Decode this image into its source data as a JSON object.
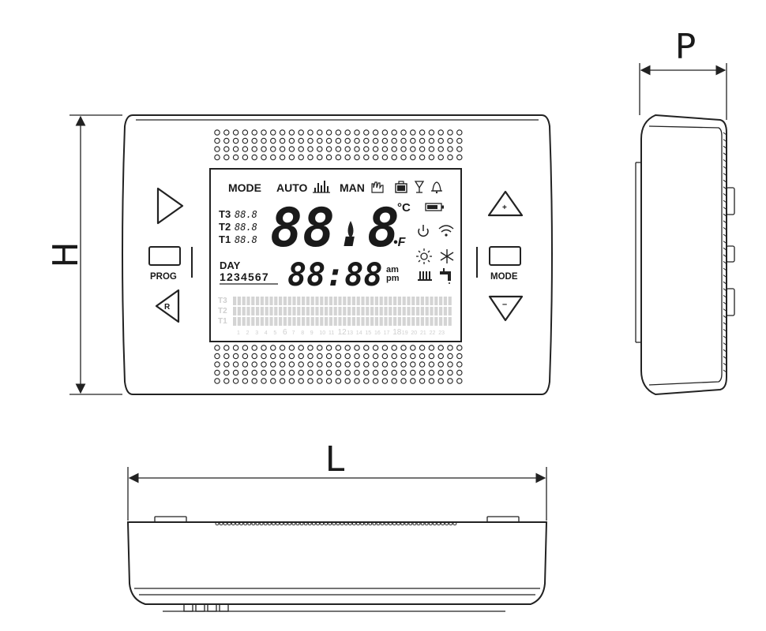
{
  "dimensions": {
    "height_label": "H",
    "length_label": "L",
    "depth_label": "P"
  },
  "buttons": {
    "prog_label": "PROG",
    "mode_label": "MODE",
    "reset_label": "R",
    "plus_label": "+",
    "minus_label": "–"
  },
  "display": {
    "mode_text": "MODE",
    "auto_text": "AUTO",
    "man_text": "MAN",
    "t3_label": "T3",
    "t2_label": "T2",
    "t1_label": "T1",
    "t3_value": "88.8",
    "t2_value": "88.8",
    "t1_value": "88.8",
    "main_digits": "88.8",
    "unit_c": "°C",
    "unit_f": "•F",
    "day_label": "DAY",
    "day_digits": "1234567",
    "clock_digits": "88:88",
    "am_text": "am",
    "pm_text": "pm",
    "bar_rows": [
      "T3",
      "T2",
      "T1"
    ],
    "hour_ticks": [
      "1",
      "2",
      "3",
      "4",
      "5",
      "6",
      "7",
      "8",
      "9",
      "10",
      "11",
      "12",
      "13",
      "14",
      "15",
      "16",
      "17",
      "18",
      "19",
      "20",
      "21",
      "22",
      "23"
    ],
    "status_icons": [
      "bar-graph-icon",
      "hand-icon",
      "suitcase-icon",
      "glass-icon",
      "bell-icon",
      "battery-icon",
      "power-icon",
      "wifi-icon",
      "sun-icon",
      "snowflake-icon",
      "radiator-icon",
      "tap-icon"
    ]
  }
}
